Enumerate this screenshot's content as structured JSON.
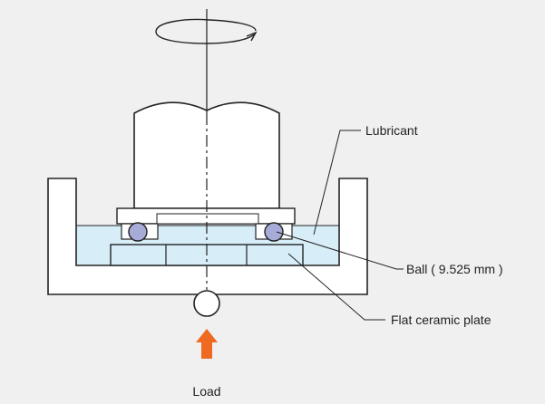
{
  "labels": {
    "lubricant": "Lubricant",
    "ball": "Ball ( 9.525 mm )",
    "plate": "Flat ceramic plate",
    "load": "Load"
  },
  "colors": {
    "background": "#f0f0f0",
    "lubricant": "#d7eef8",
    "ball": "#a6abd8",
    "arrow": "#ee6a22",
    "stroke": "#222222"
  },
  "icons": {
    "rotation": "rotation-arrow-icon",
    "load": "load-arrow-icon"
  }
}
